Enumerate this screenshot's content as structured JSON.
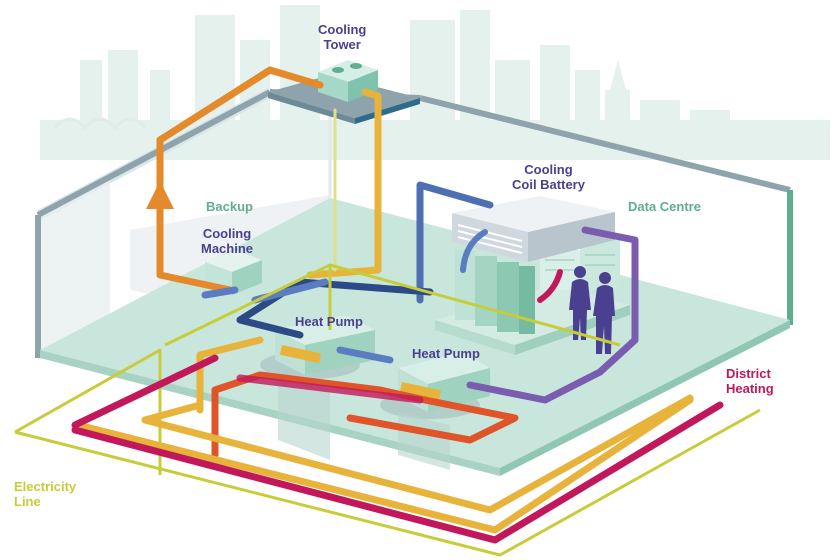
{
  "labels": {
    "cooling_tower": "Cooling\nTower",
    "cooling_coil_battery": "Cooling\nCoil Battery",
    "data_centre": "Data Centre",
    "backup": "Backup",
    "cooling_machine": "Cooling\nMachine",
    "heat_pump_1": "Heat Pump",
    "heat_pump_2": "Heat Pump",
    "district_heating": "District\nHeating",
    "electricity_line": "Electricity\nLine"
  },
  "colors": {
    "label_purple": "#4b3f8f",
    "label_green": "#5fae8e",
    "electricity_lime": "#c6cc3a",
    "district_crimson": "#c2185b",
    "pipe_orange": "#e58a2a",
    "pipe_yellow": "#e8b33a",
    "pipe_navy": "#2c4a85",
    "pipe_blue": "#5a7cc0",
    "pipe_purple": "#7a5cb0",
    "floor_mint": "#c9e6dc",
    "building_green": "#5fae8e",
    "skyline_mint": "#e2efea"
  }
}
